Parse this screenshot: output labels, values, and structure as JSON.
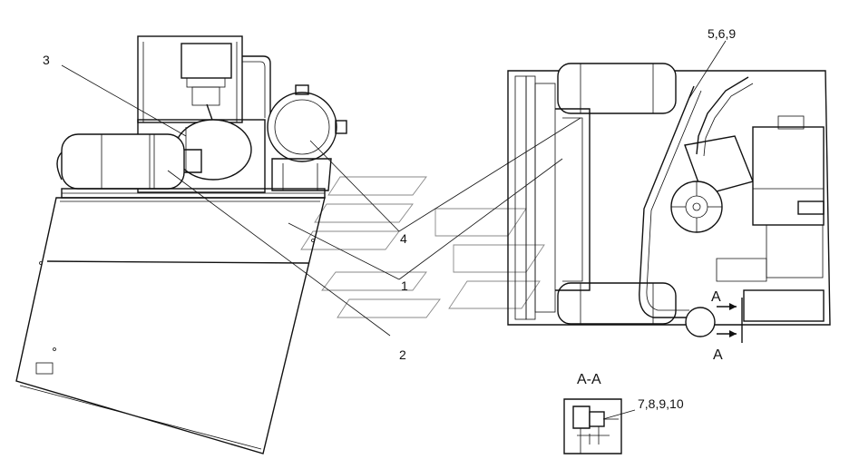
{
  "callouts": {
    "c1": "1",
    "c2": "2",
    "c3": "3",
    "c4": "4",
    "c569": "5,6,9",
    "c78910": "7,8,9,10"
  },
  "section": {
    "marker_top": "A",
    "marker_bottom": "A",
    "view_title": "A-A"
  },
  "colors": {
    "line": "#111111",
    "watermark": "#888888",
    "background": "#ffffff"
  }
}
